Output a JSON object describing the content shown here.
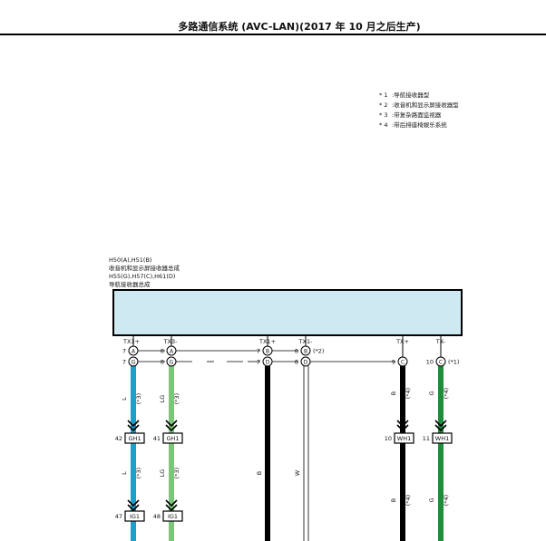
{
  "header": {
    "title": "多路通信系统 (AVC-LAN)(2017 年 10 月之后生产)"
  },
  "legend": [
    {
      "mark": "* 1",
      "text": ":导航接收器型"
    },
    {
      "mark": "* 2",
      "text": ":收音机和显示屏接收器型"
    },
    {
      "mark": "* 3",
      "text": ":带复杂路面监视器"
    },
    {
      "mark": "* 4",
      "text": ":带后排座椅娱乐系统"
    }
  ],
  "component": {
    "line1": "H50(A),H51(B)",
    "line2": "收音机和显示屏接收器总成",
    "line3": "H55(G),H57(C),H61(D)",
    "line4": "导航接收器总成"
  },
  "pins": {
    "tx3p": "TX3+",
    "tx3m": "TX3-",
    "tx1p": "TX1+",
    "tx1m": "TX1-",
    "txp": "TX+",
    "txm": "TX-"
  },
  "terminals": {
    "r1": [
      {
        "num": "7",
        "letter": "A"
      },
      {
        "num": "8",
        "letter": "A"
      },
      {
        "num": "7",
        "letter": "B"
      },
      {
        "num": "8",
        "letter": "B",
        "note": "(*2)"
      }
    ],
    "r2": [
      {
        "num": "7",
        "letter": "G"
      },
      {
        "num": "8",
        "letter": "G"
      },
      {
        "num": "7",
        "letter": "D"
      },
      {
        "num": "8",
        "letter": "D"
      },
      {
        "num": "9",
        "letter": "C"
      },
      {
        "num": "10",
        "letter": "C",
        "note": "(*1)"
      }
    ]
  },
  "wires": {
    "w1": {
      "color": "L",
      "note": "(*3)"
    },
    "w2": {
      "color": "LG",
      "note": "(*3)"
    },
    "w3": {
      "color": "B"
    },
    "w4": {
      "color": "W"
    },
    "w5": {
      "color": "B",
      "note": "(*4)"
    },
    "w6": {
      "color": "G",
      "note": "(*4)"
    }
  },
  "connectors": {
    "gh1_a": {
      "num": "42",
      "name": "GH1"
    },
    "gh1_b": {
      "num": "41",
      "name": "GH1"
    },
    "wh1_a": {
      "num": "10",
      "name": "WH1"
    },
    "wh1_b": {
      "num": "11",
      "name": "WH1"
    },
    "ig1_a": {
      "num": "47",
      "name": "IG1"
    },
    "ig1_b": {
      "num": "48",
      "name": "IG1"
    }
  },
  "colors": {
    "blue_wire": "#1e9fc8",
    "lightgreen_wire": "#7cc67a",
    "green_wire": "#1e8c3a",
    "black_wire": "#000000",
    "component_fill": "#cfe9f3"
  }
}
